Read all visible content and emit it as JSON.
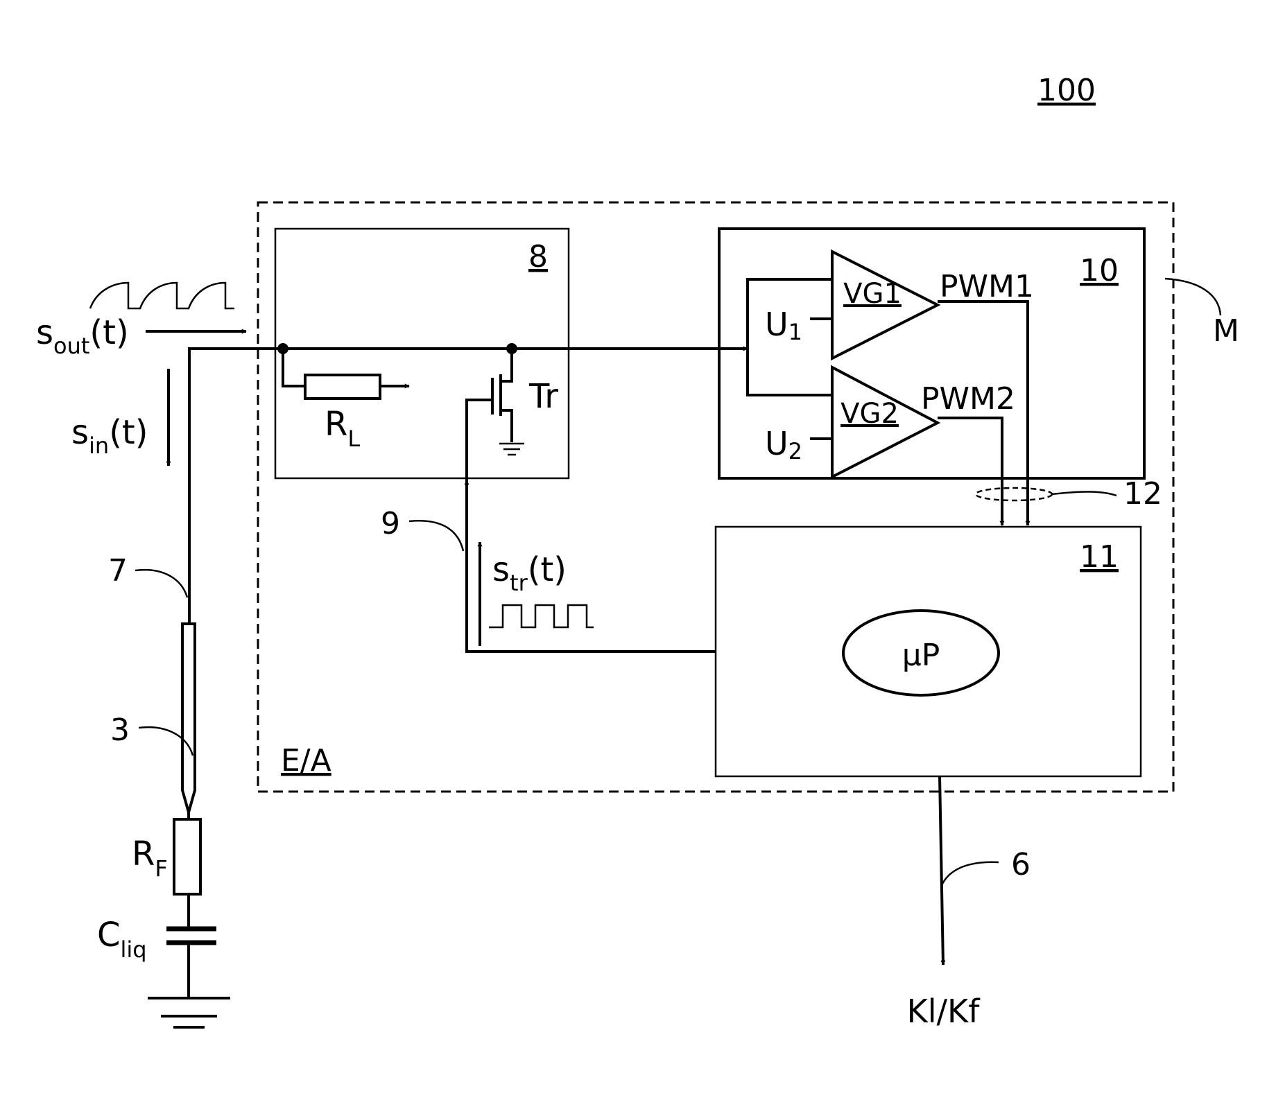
{
  "figure_ref": "100",
  "labels": {
    "module": "M",
    "io_block": "E/A",
    "block_8": "8",
    "block_10": "10",
    "block_11": "11",
    "bus": "12",
    "line_9": "9",
    "line_7": "7",
    "probe_3": "3",
    "output_line": "6",
    "output": "Kl/Kf",
    "microprocessor": "µP",
    "transistor": "Tr",
    "load_resistor": "R",
    "load_resistor_sub": "L",
    "fluid_resistor": "R",
    "fluid_resistor_sub": "F",
    "capacitance": "C",
    "capacitance_sub": "liq",
    "amp1": "VG1",
    "amp2": "VG2",
    "pwm1": "PWM1",
    "pwm2": "PWM2",
    "ref1": "U",
    "ref1_sub": "1",
    "ref2": "U",
    "ref2_sub": "2"
  },
  "signals": {
    "out_base": "s",
    "out_sub": "out",
    "out_arg": "(t)",
    "in_base": "s",
    "in_sub": "in",
    "in_arg": "(t)",
    "tr_base": "s",
    "tr_sub": "tr",
    "tr_arg": "(t)"
  }
}
